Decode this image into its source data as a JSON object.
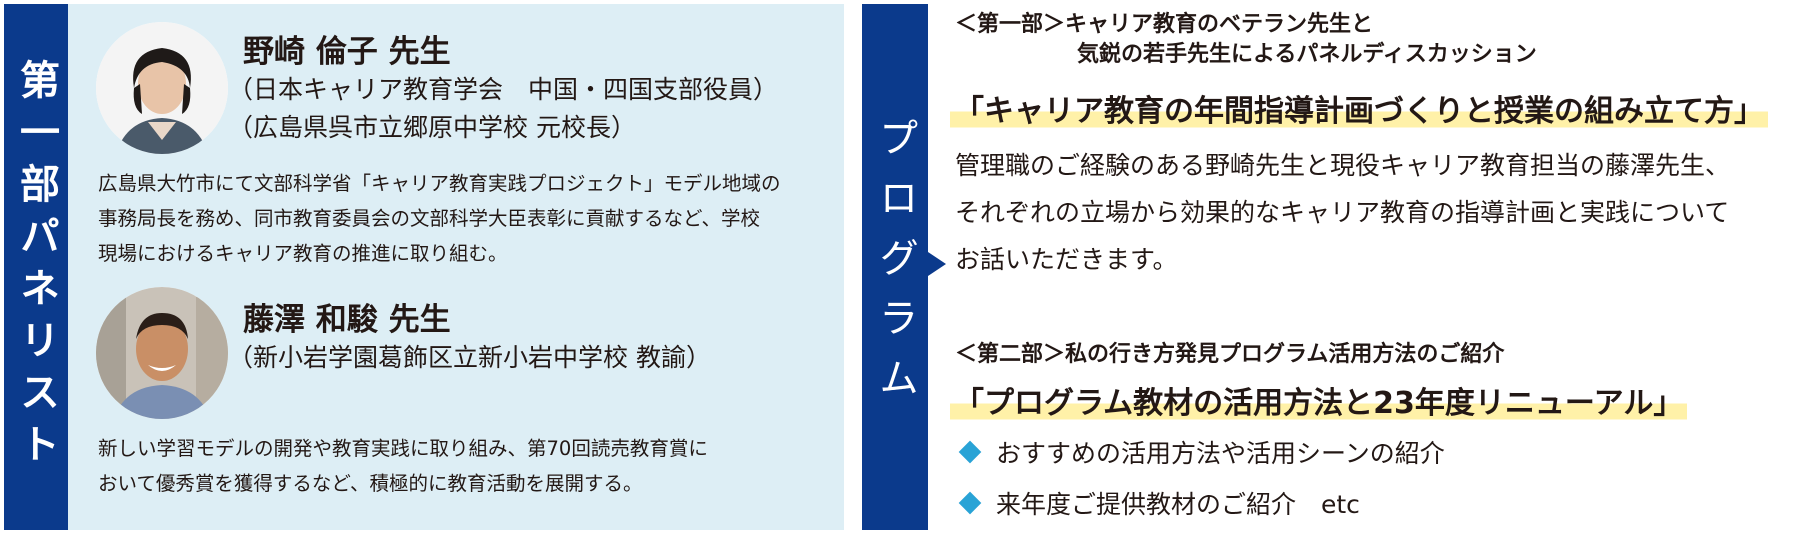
{
  "left_tab": {
    "label": "第一部パネリスト"
  },
  "panelists": [
    {
      "name": "野崎 倫子 先生",
      "affiliations": [
        "（日本キャリア教育学会　中国・四国支部役員）",
        "（広島県呉市立郷原中学校 元校長）"
      ],
      "bio": [
        "広島県大竹市にて文部科学省「キャリア教育実践プロジェクト」モデル地域の",
        "事務局長を務め、同市教育委員会の文部科学大臣表彰に貢献するなど、学校",
        "現場におけるキャリア教育の推進に取り組む。"
      ]
    },
    {
      "name": "藤澤 和駿 先生",
      "affiliations": [
        "（新小岩学園葛飾区立新小岩中学校 教諭）"
      ],
      "bio": [
        "新しい学習モデルの開発や教育実践に取り組み、第70回読売教育賞に",
        "おいて優秀賞を獲得するなど、積極的に教育活動を展開する。"
      ]
    }
  ],
  "right_tab": {
    "label": "プログラム"
  },
  "program": {
    "part1": {
      "head_line1": "＜第一部＞キャリア教育のベテラン先生と",
      "head_line2": "気鋭の若手先生によるパネルディスカッション",
      "title": "「キャリア教育の年間指導計画づくりと授業の組み立て方」",
      "desc": [
        "管理職のご経験のある野崎先生と現役キャリア教育担当の藤澤先生、",
        "それぞれの立場から効果的なキャリア教育の指導計画と実践について",
        "お話いただきます。"
      ]
    },
    "part2": {
      "head": "＜第二部＞私の行き方発見プログラム活用方法のご紹介",
      "title": "「プログラム教材の活用方法と23年度リニューアル」",
      "bullets": [
        "おすすめの活用方法や活用シーンの紹介",
        "来年度ご提供教材のご紹介　etc"
      ]
    }
  },
  "colors": {
    "navy": "#0b3a8c",
    "panel_bg": "#ddeef5",
    "highlight": "#fff1a8",
    "bullet": "#29a3d6"
  }
}
